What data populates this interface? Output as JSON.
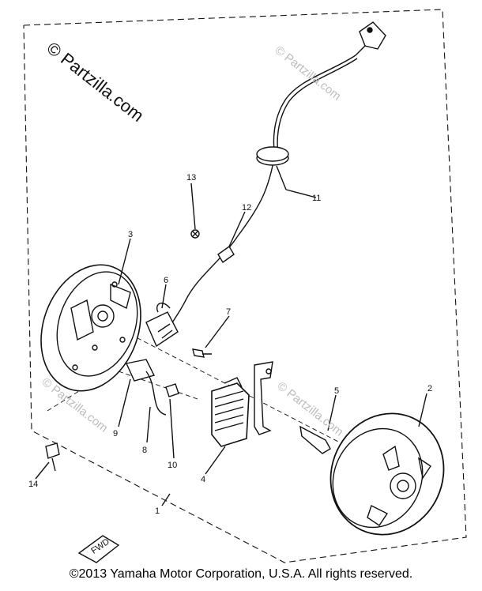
{
  "watermark": {
    "main": "© Partzilla.com",
    "faint": "© Partzilla.com"
  },
  "callouts": [
    "1",
    "2",
    "3",
    "4",
    "5",
    "6",
    "7",
    "8",
    "9",
    "10",
    "11",
    "12",
    "13",
    "14"
  ],
  "fwd_label": "FWD",
  "copyright": "©2013  Yamaha Motor Corporation, U.S.A. All rights reserved.",
  "colors": {
    "ink": "#111111",
    "watermark_faint": "#bdbdbd",
    "background": "#ffffff"
  }
}
